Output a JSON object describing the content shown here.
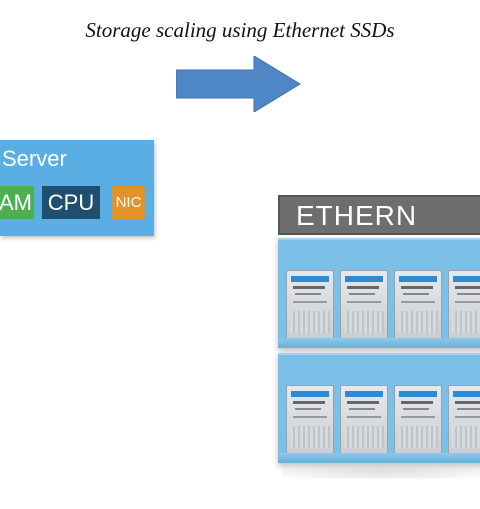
{
  "title": "Storage scaling using Ethernet SSDs",
  "server": {
    "label": "Server",
    "chips": {
      "ram": "AM",
      "cpu": "CPU",
      "nic": "NIC"
    }
  },
  "ethernet": {
    "label": "ETHERN"
  },
  "enclosures_count": 2,
  "ssds_per_enclosure_visible": 4,
  "colors": {
    "server_bg": "#5aaee3",
    "ram": "#4caf50",
    "cpu": "#1f4e6e",
    "nic": "#e3922a",
    "arrow": "#4f86c6",
    "ethernet_bar": "#6e6e6e",
    "enclosure": "#7cc0e8"
  },
  "icons": {
    "arrow": "right-arrow-icon",
    "drive": "ssd-drive-icon"
  }
}
